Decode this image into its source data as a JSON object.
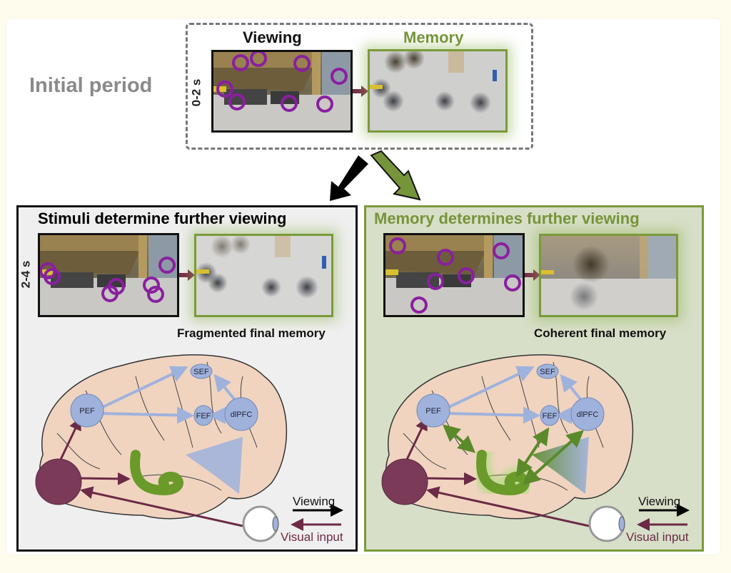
{
  "figure": {
    "initial_period_label": "Initial period",
    "initial_time": "0-2 s",
    "later_time": "2-4 s",
    "viewing_heading": "Viewing",
    "memory_heading": "Memory",
    "left_panel": {
      "title": "Stimuli determine further viewing",
      "caption": "Fragmented final memory",
      "title_color": "#111111"
    },
    "right_panel": {
      "title": "Memory determines further viewing",
      "caption": "Coherent final memory",
      "title_color": "#76943a"
    },
    "brain_regions": {
      "sef": "SEF",
      "pef": "PEF",
      "fef": "FEF",
      "dlpfc": "dlPFC"
    },
    "legend": {
      "viewing": "Viewing",
      "visual_input": "Visual input"
    },
    "colors": {
      "fixation_circle": "#8a1fa0",
      "memory_green": "#76943a",
      "visual_pathway": "#6b2a45",
      "brain_region_blue": "#9fb2dc",
      "brain_tissue": "#f0d4c0",
      "hippocampus": "#6a9a2a"
    }
  }
}
